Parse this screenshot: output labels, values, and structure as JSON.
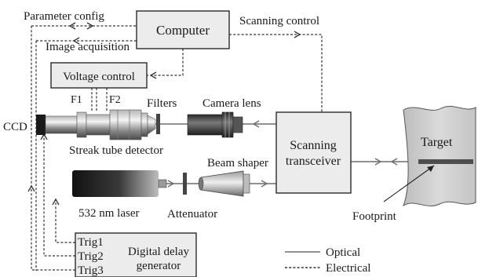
{
  "labels": {
    "computer": "Computer",
    "parameter_config": "Parameter config",
    "image_acquisition": "Image acquisition",
    "scanning_control": "Scanning control",
    "voltage_control": "Voltage control",
    "f1": "F1",
    "f2": "F2",
    "filters": "Filters",
    "camera_lens": "Camera lens",
    "ccd": "CCD",
    "streak_tube_detector": "Streak tube detector",
    "scanning_transceiver_line1": "Scanning",
    "scanning_transceiver_line2": "transceiver",
    "target": "Target",
    "beam_shaper": "Beam shaper",
    "laser": "532 nm laser",
    "attenuator": "Attenuator",
    "footprint": "Footprint",
    "trig1": "Trig1",
    "trig2": "Trig2",
    "trig3": "Trig3",
    "digital_delay_generator_line1": "Digital delay",
    "digital_delay_generator_line2": "generator"
  },
  "legend": {
    "optical": "Optical",
    "electrical": "Electrical"
  },
  "colors": {
    "box_fill": "#ececec",
    "line": "#333333",
    "optical_line": "#6d6d6d",
    "target_fill": "#c9c9c9"
  }
}
